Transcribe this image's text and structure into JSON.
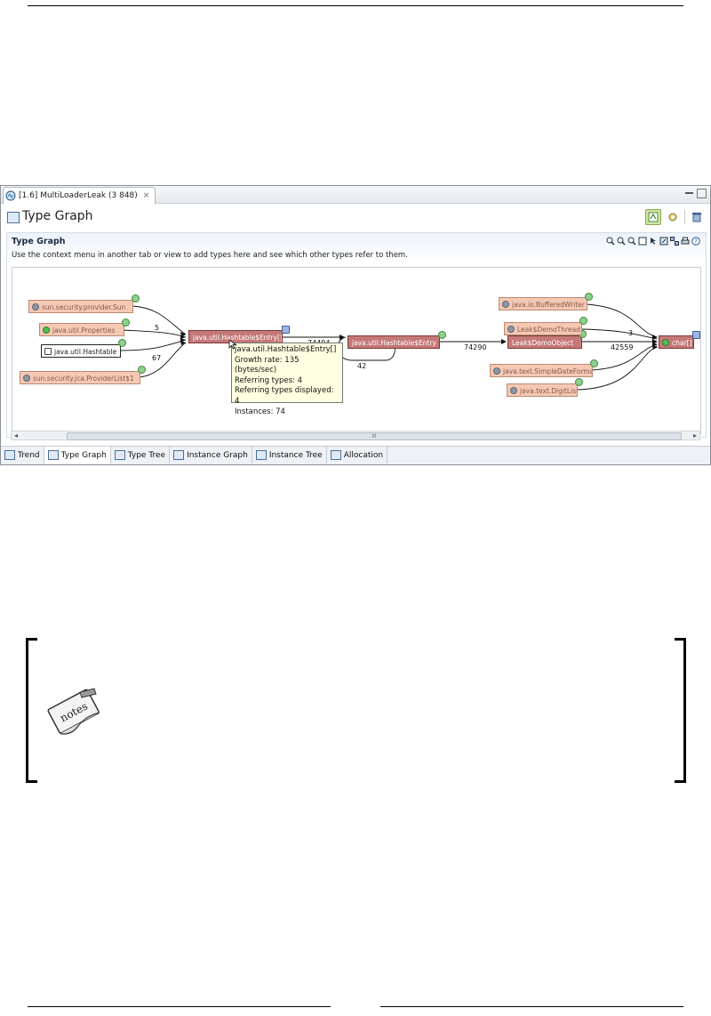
{
  "window": {
    "tab_title": "[1.6] MultiLoaderLeak (3 848)",
    "tab_close": "⨯"
  },
  "header": {
    "title": "Type Graph"
  },
  "section": {
    "title": "Type Graph",
    "description": "Use the context menu in another tab or view to add types here and see which other types refer to them."
  },
  "nodes": {
    "sun_sec_provider": "sun.security.provider.Sun",
    "java_util_properties": "java.util.Properties",
    "java_util_hashtable": "java.util.Hashtable",
    "sun_sec_jca": "sun.security.jca.ProviderList$1",
    "entry_array": "java.util.Hashtable$Entry[]",
    "entry": "java.util.Hashtable$Entry",
    "demo_object": "Leak$DemoObject",
    "buffered_writer": "java.io.BufferedWriter",
    "demo_thread": "Leak$DemoThread",
    "simple_date_format": "java.text.SimpleDateFormat",
    "digit_list": "java.text.DigitList",
    "char_array": "char[]"
  },
  "edges": {
    "e_props": "5",
    "e_hashtable": "67",
    "e_entry_array_entry": "74494",
    "e_self_loop": "42",
    "e_entry_demo": "74290",
    "e_demo_char": "42559",
    "e_thread": "3"
  },
  "tooltip": {
    "line1": "java.util.Hashtable$Entry[]",
    "line2": "Growth rate: 135 (bytes/sec)",
    "line3": "Referring types: 4",
    "line4": "Referring types displayed: 4",
    "line5": "Instances: 74"
  },
  "bottom_tabs": [
    {
      "label": "Trend"
    },
    {
      "label": "Type Graph"
    },
    {
      "label": "Type Tree"
    },
    {
      "label": "Instance Graph"
    },
    {
      "label": "Instance Tree"
    },
    {
      "label": "Allocation"
    }
  ],
  "scroll_grip": "III",
  "notes_label": "notes",
  "colors": {
    "node_red": "#c57878",
    "node_peach": "#f4c8b4",
    "selected_toggle": "#cfe5a5"
  }
}
